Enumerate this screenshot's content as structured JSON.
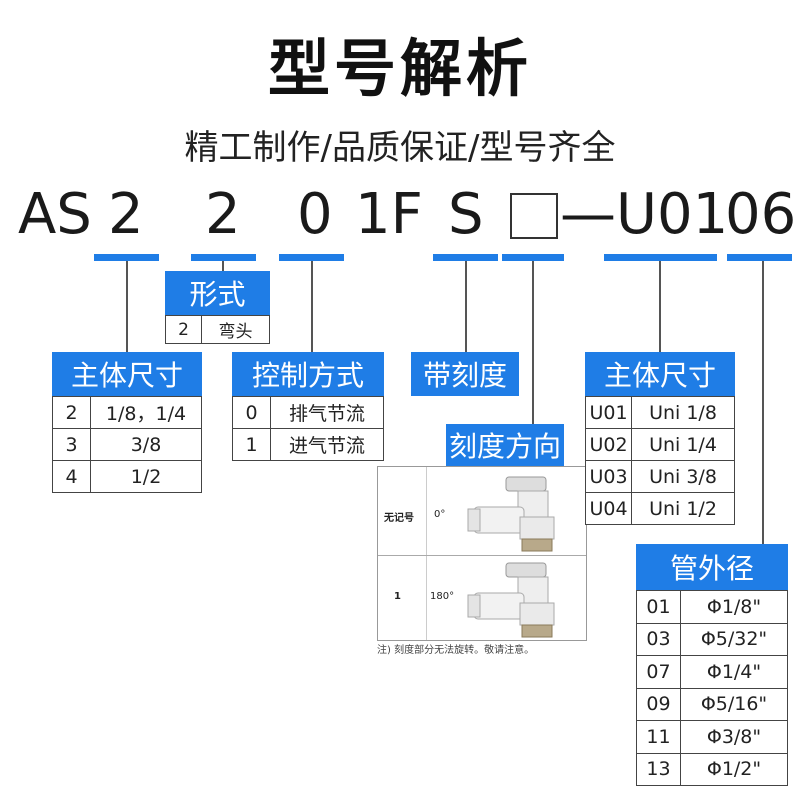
{
  "title": "型号解析",
  "subtitle": "精工制作/品质保证/型号齐全",
  "code": {
    "c1": "AS",
    "c2": "2",
    "c3": "2",
    "c4": "0",
    "c5": "1F",
    "c6": "S",
    "c7": "—U01",
    "c8": "06"
  },
  "form": {
    "header": "形式",
    "rows": [
      [
        "2",
        "弯头"
      ]
    ]
  },
  "body_size": {
    "header": "主体尺寸",
    "rows": [
      [
        "2",
        "1/8，1/4"
      ],
      [
        "3",
        "3/8"
      ],
      [
        "4",
        "1/2"
      ]
    ]
  },
  "control": {
    "header": "控制方式",
    "rows": [
      [
        "0",
        "排气节流"
      ],
      [
        "1",
        "进气节流"
      ]
    ]
  },
  "scale": {
    "header": "带刻度"
  },
  "scale_dir": {
    "header": "刻度方向",
    "rows": [
      [
        "无记号",
        "0°"
      ],
      [
        "1",
        "180°"
      ]
    ],
    "note": "注) 刻度部分无法旋转。敬请注意。"
  },
  "thread": {
    "header": "主体尺寸",
    "rows": [
      [
        "U01",
        "Uni 1/8"
      ],
      [
        "U02",
        "Uni 1/4"
      ],
      [
        "U03",
        "Uni 3/8"
      ],
      [
        "U04",
        "Uni 1/2"
      ]
    ]
  },
  "tube": {
    "header": "管外径",
    "rows": [
      [
        "01",
        "Φ1/8\""
      ],
      [
        "03",
        "Φ5/32\""
      ],
      [
        "07",
        "Φ1/4\""
      ],
      [
        "09",
        "Φ5/16\""
      ],
      [
        "11",
        "Φ3/8\""
      ],
      [
        "13",
        "Φ1/2\""
      ]
    ]
  },
  "colors": {
    "accent": "#1f7de6",
    "line": "#555555"
  }
}
